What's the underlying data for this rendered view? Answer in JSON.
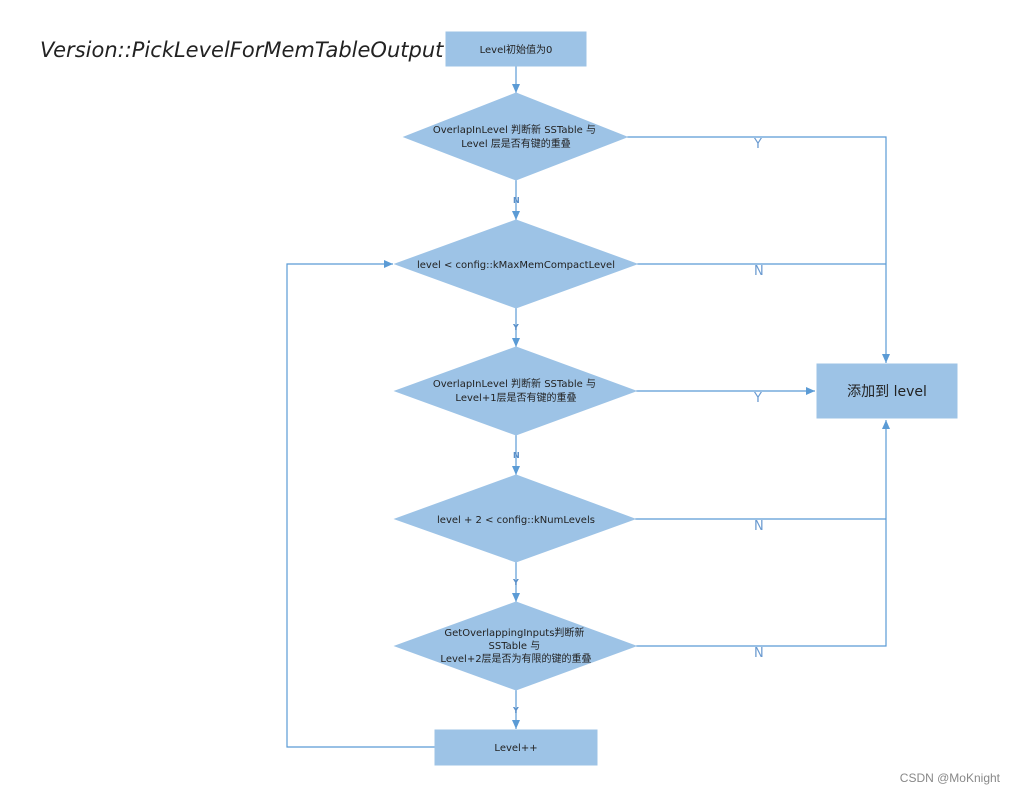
{
  "title": "Version::PickLevelForMemTableOutput",
  "watermark": "CSDN @MoKnight",
  "colors": {
    "fill": "#9dc3e6",
    "stroke": "#5b9bd5",
    "line": "#5b9bd5"
  },
  "nodes": {
    "start": {
      "lines": [
        "Level初始值为0"
      ]
    },
    "d1": {
      "lines": [
        "OverlapInLevel 判断新 SSTable 与",
        "Level 层是否有键的重叠"
      ]
    },
    "d2": {
      "lines": [
        "level < config::kMaxMemCompactLevel"
      ]
    },
    "d3": {
      "lines": [
        "OverlapInLevel 判断新 SSTable 与",
        "Level+1层是否有键的重叠"
      ]
    },
    "d4": {
      "lines": [
        "level + 2 < config::kNumLevels"
      ]
    },
    "d5": {
      "lines": [
        "GetOverlappingInputs判断新",
        "SSTable 与",
        "Level+2层是否为有限的键的重叠"
      ]
    },
    "inc": {
      "lines": [
        "Level++"
      ]
    },
    "add": {
      "lines": [
        "添加到 level"
      ]
    }
  },
  "edge_labels": {
    "d1_down": "N",
    "d2_down": "Y",
    "d3_down": "N",
    "d4_down": "Y",
    "d5_down": "Y",
    "d1_right": "Y",
    "d2_right": "N",
    "d3_right": "Y",
    "d4_right": "N",
    "d5_right": "N"
  }
}
